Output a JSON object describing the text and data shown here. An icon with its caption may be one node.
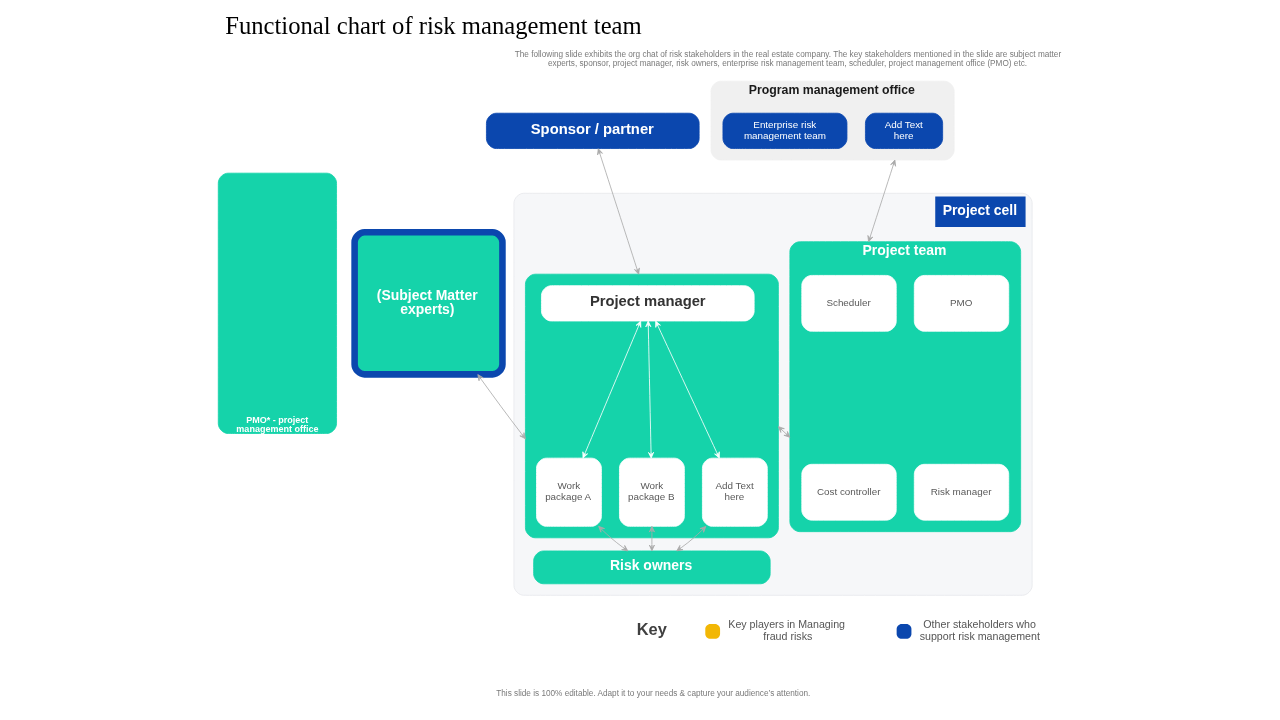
{
  "diagram": {
    "title": "Functional chart of risk management team",
    "nodes": [
      {
        "text": [
          "Program management office"
        ]
      },
      {
        "text": [
          "Enterprise risk management team"
        ],
        "in": 0
      },
      {
        "text": [
          "Add Text here"
        ],
        "in": 0
      },
      {
        "text": [
          "Sponsor / partner"
        ]
      },
      {
        "text": [
          "Project cell"
        ]
      },
      {
        "text": [],
        "shape": "box",
        "in": 4
      },
      {
        "text": [
          "Project manager"
        ],
        "in": 5
      },
      {
        "text": [
          "Work package A"
        ],
        "in": 5
      },
      {
        "text": [
          "Work package B"
        ],
        "in": 5
      },
      {
        "text": [
          "Add Text here"
        ],
        "in": 5
      },
      {
        "text": [
          "Project team"
        ],
        "in": 4
      },
      {
        "text": [
          "Scheduler"
        ],
        "in": 10
      },
      {
        "text": [
          "PMO"
        ],
        "in": 10
      },
      {
        "text": [
          "Cost controller"
        ],
        "in": 10
      },
      {
        "text": [
          "Risk manager"
        ],
        "in": 10
      },
      {
        "text": [
          "Risk owners"
        ],
        "in": 4
      },
      {
        "text": [
          "(Subject Matter experts)"
        ]
      },
      {
        "text": [
          "PMO* - project management office"
        ]
      }
    ],
    "edges": [
      {
        "from": 3,
        "to": 5,
        "arrow": "both"
      },
      {
        "from": 0,
        "to": 10,
        "arrow": "both"
      },
      {
        "from": 16,
        "to": 5,
        "arrow": "both"
      },
      {
        "from": 5,
        "to": 10,
        "arrow": "both"
      },
      {
        "from": 6,
        "to": 7,
        "arrow": "both",
        "color": "#ffffff"
      },
      {
        "from": 6,
        "to": 8,
        "arrow": "both",
        "color": "#ffffff"
      },
      {
        "from": 6,
        "to": 9,
        "arrow": "both",
        "color": "#ffffff"
      },
      {
        "from": 7,
        "to": 15,
        "arrow": "both"
      },
      {
        "from": 8,
        "to": 15,
        "arrow": "both"
      },
      {
        "from": 9,
        "to": 15,
        "arrow": "both"
      }
    ],
    "labels": [
      "The following slide exhibits the org chat of risk stakeholders in the real estate company. The key stakeholders mentioned in the slide are subject matter experts, sponsor, project manager, risk owners, enterprise risk management team, scheduler, project management office (PMO) etc.",
      "Key",
      "This slide is 100% editable. Adapt it to your needs & capture your audience’s attention."
    ],
    "legend": [
      {
        "text": "Key players in Managing fraud risks"
      },
      {
        "text": "Other stakeholders who support risk management"
      }
    ]
  }
}
